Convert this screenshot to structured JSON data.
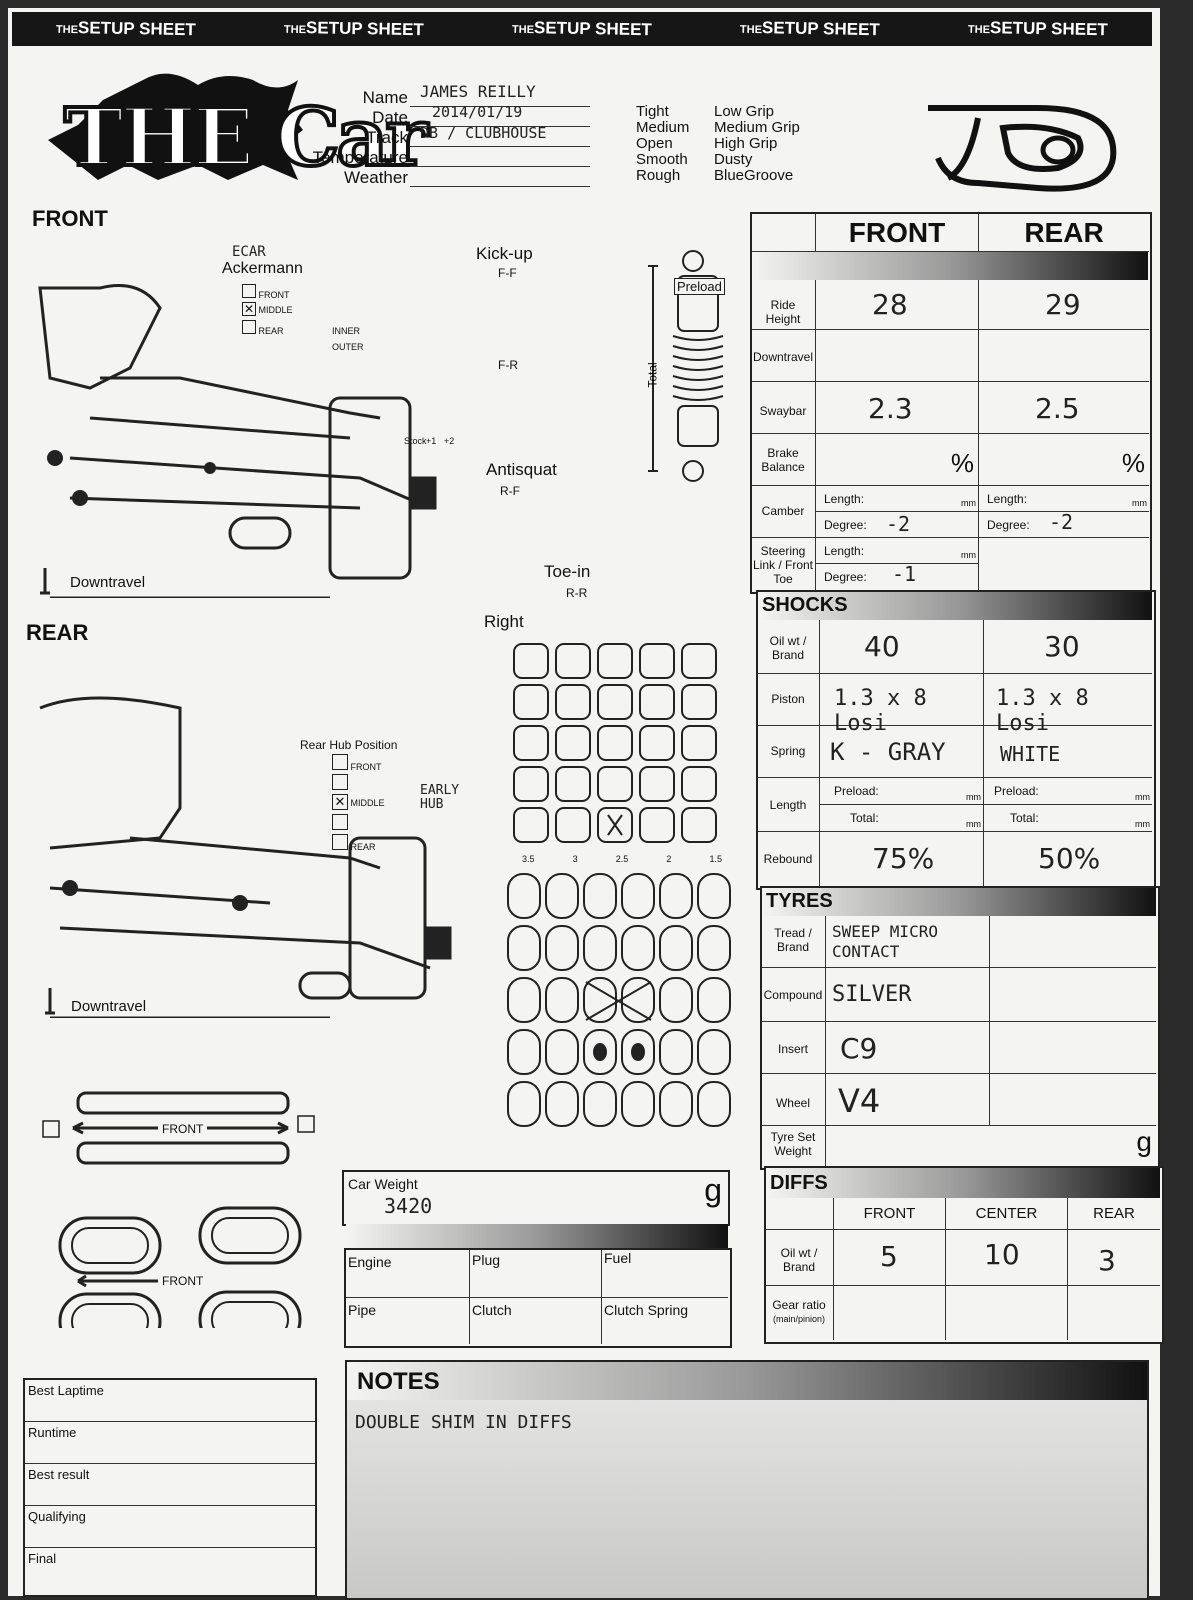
{
  "banner": {
    "prefix": "THE",
    "title": "SETUP SHEET"
  },
  "logo": {
    "text": "THE Car"
  },
  "header": {
    "name_label": "Name",
    "name_value": "JAMES REILLY",
    "date_label": "Date",
    "date_value": "2014/01/19",
    "track_label": "Track",
    "track_value": "DB / CLUBHOUSE",
    "temperature_label": "Temperature",
    "weather_label": "Weather"
  },
  "surface": [
    "Tight",
    "Medium",
    "Open",
    "Smooth",
    "Rough"
  ],
  "grip": [
    "Low Grip",
    "Medium Grip",
    "High Grip",
    "Dusty",
    "BlueGroove"
  ],
  "front_section": {
    "title": "FRONT",
    "ackermann_note": "ECAR",
    "ackermann_label": "Ackermann",
    "ackermann_options": [
      "FRONT",
      "MIDDLE",
      "REAR"
    ],
    "inner_label": "INNER",
    "outer_label": "OUTER",
    "kickup_label": "Kick-up",
    "ff_label": "F-F",
    "fr_label": "F-R",
    "antisquat_label": "Antisquat",
    "rf_label": "R-F",
    "downtravel_label": "Downtravel",
    "stock_label": "Stock",
    "plus1": "+1",
    "plus2": "+2"
  },
  "shock_diagram": {
    "preload_label": "Preload",
    "total_label": "Total"
  },
  "rear_section": {
    "title": "REAR",
    "toein_label": "Toe-in",
    "rr_label": "R-R",
    "right_label": "Right",
    "rear_hub_label": "Rear Hub Position",
    "hub_options": [
      "FRONT",
      "MIDDLE",
      "REAR"
    ],
    "hub_note": "EARLY HUB",
    "downtravel_label": "Downtravel",
    "toe_values": [
      "3.5",
      "3",
      "2.5",
      "2",
      "1.5"
    ]
  },
  "front_label_arrow": "FRONT",
  "main_table": {
    "front_header": "FRONT",
    "rear_header": "REAR",
    "rows": {
      "ride_height": {
        "label": "Ride Height",
        "front": "28",
        "rear": "29"
      },
      "downtravel": {
        "label": "Downtravel",
        "front": "",
        "rear": ""
      },
      "swaybar": {
        "label": "Swaybar",
        "front": "2.3",
        "rear": "2.5"
      },
      "brake_balance": {
        "label": "Brake Balance",
        "unit": "%"
      },
      "camber": {
        "label": "Camber",
        "length_label": "Length:",
        "degree_label": "Degree:",
        "mm": "mm",
        "front_degree": "-2",
        "rear_degree": "-2"
      },
      "steering": {
        "label": "Steering Link / Front Toe",
        "length_label": "Length:",
        "degree_label": "Degree:",
        "mm": "mm",
        "front_degree": "-1"
      }
    }
  },
  "shocks": {
    "title": "SHOCKS",
    "oil": {
      "label": "Oil wt / Brand",
      "front": "40",
      "rear": "30"
    },
    "piston": {
      "label": "Piston",
      "front": "1.3 x 8 Losi",
      "rear": "1.3 x 8 Losi"
    },
    "spring": {
      "label": "Spring",
      "front": "K - GRAY",
      "rear": "WHITE"
    },
    "length": {
      "label": "Length",
      "preload_label": "Preload:",
      "total_label": "Total:",
      "mm": "mm"
    },
    "rebound": {
      "label": "Rebound",
      "front": "75%",
      "rear": "50%"
    }
  },
  "tyres": {
    "title": "TYRES",
    "tread": {
      "label": "Tread / Brand",
      "value": "SWEEP MICRO CONTACT"
    },
    "compound": {
      "label": "Compound",
      "value": "SILVER"
    },
    "insert": {
      "label": "Insert",
      "value": "C9"
    },
    "wheel": {
      "label": "Wheel",
      "value": "V4"
    },
    "set_weight": {
      "label": "Tyre Set Weight",
      "unit": "g"
    }
  },
  "diffs": {
    "title": "DIFFS",
    "cols": [
      "FRONT",
      "CENTER",
      "REAR"
    ],
    "oil_label": "Oil wt / Brand",
    "oil_values": [
      "5",
      "10",
      "3"
    ],
    "gear_label": "Gear ratio",
    "gear_sub": "(main/pinion)"
  },
  "weight": {
    "label": "Car Weight",
    "value": "3420",
    "unit": "g"
  },
  "engine_table": {
    "engine": "Engine",
    "plug": "Plug",
    "fuel": "Fuel",
    "pipe": "Pipe",
    "clutch": "Clutch",
    "clutch_spring": "Clutch Spring"
  },
  "notes": {
    "title": "NOTES",
    "text": "DOUBLE SHIM IN DIFFS"
  },
  "results": [
    "Best Laptime",
    "Runtime",
    "Best result",
    "Qualifying",
    "Final"
  ]
}
